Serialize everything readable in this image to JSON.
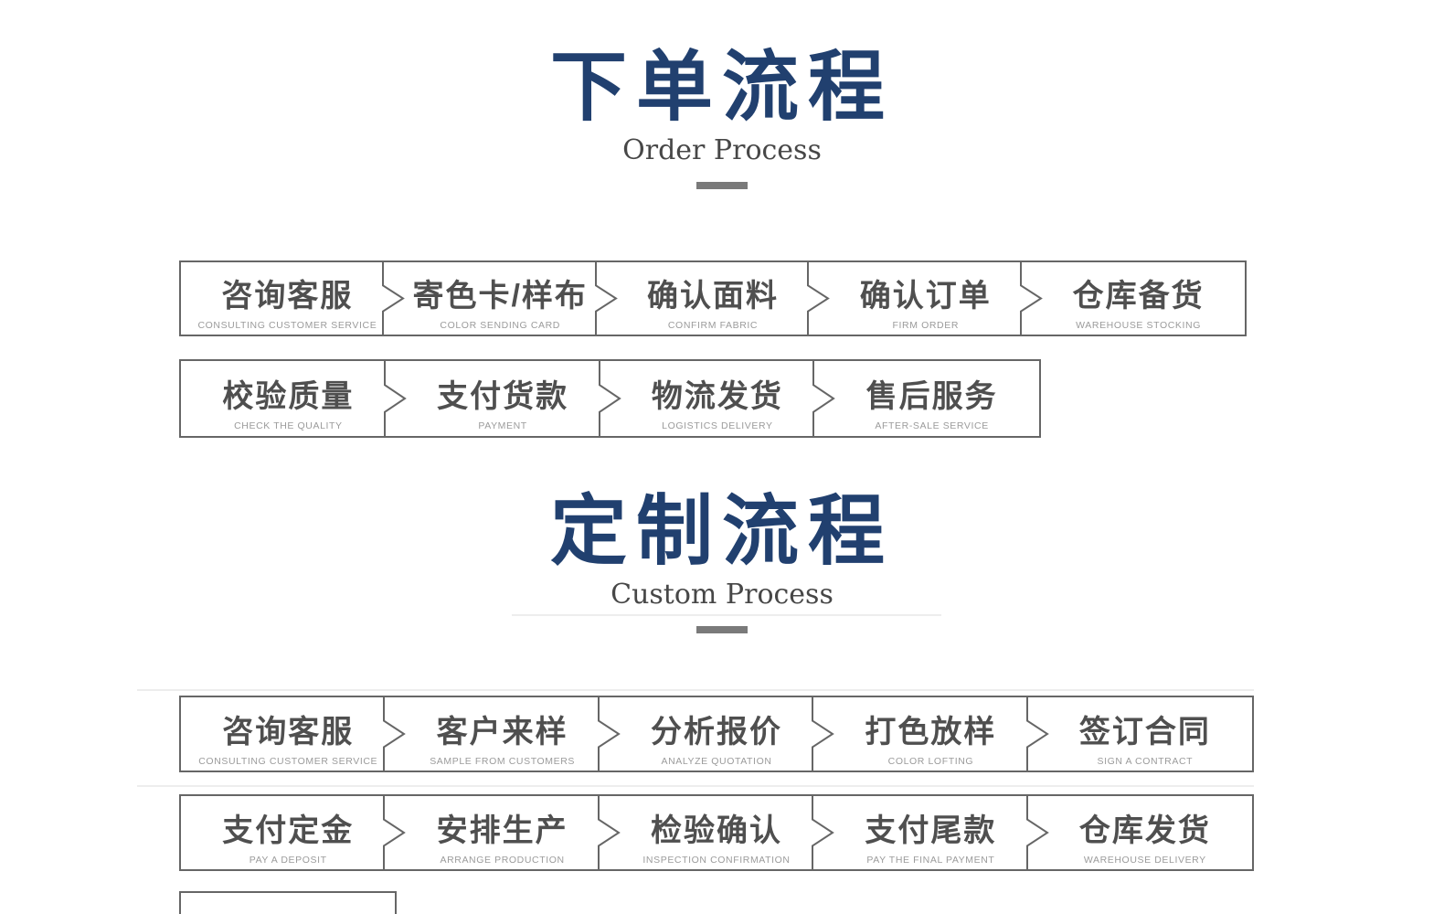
{
  "colors": {
    "title_blue": "#21406f",
    "subtitle_gray": "#474747",
    "divider_gray": "#7a7a7a",
    "box_border": "#666666",
    "step_text": "#4f4f4f",
    "step_subtext": "#9b9b9b"
  },
  "sections": [
    {
      "id": "order",
      "title_zh": "下单流程",
      "title_en": "Order Process",
      "rows": [
        [
          {
            "zh": "咨询客服",
            "en": "CONSULTING CUSTOMER SERVICE"
          },
          {
            "zh": "寄色卡/样布",
            "en": "COLOR SENDING CARD"
          },
          {
            "zh": "确认面料",
            "en": "CONFIRM FABRIC"
          },
          {
            "zh": "确认订单",
            "en": "FIRM ORDER"
          },
          {
            "zh": "仓库备货",
            "en": "WAREHOUSE STOCKING"
          }
        ],
        [
          {
            "zh": "校验质量",
            "en": "CHECK THE QUALITY"
          },
          {
            "zh": "支付货款",
            "en": "PAYMENT"
          },
          {
            "zh": "物流发货",
            "en": "LOGISTICS DELIVERY"
          },
          {
            "zh": "售后服务",
            "en": "AFTER-SALE SERVICE"
          }
        ]
      ]
    },
    {
      "id": "custom",
      "title_zh": "定制流程",
      "title_en": "Custom Process",
      "rows": [
        [
          {
            "zh": "咨询客服",
            "en": "CONSULTING CUSTOMER SERVICE"
          },
          {
            "zh": "客户来样",
            "en": "SAMPLE FROM CUSTOMERS"
          },
          {
            "zh": "分析报价",
            "en": "ANALYZE QUOTATION"
          },
          {
            "zh": "打色放样",
            "en": "COLOR LOFTING"
          },
          {
            "zh": "签订合同",
            "en": "SIGN A CONTRACT"
          }
        ],
        [
          {
            "zh": "支付定金",
            "en": "PAY A DEPOSIT"
          },
          {
            "zh": "安排生产",
            "en": "ARRANGE PRODUCTION"
          },
          {
            "zh": "检验确认",
            "en": "INSPECTION CONFIRMATION"
          },
          {
            "zh": "支付尾款",
            "en": "PAY THE FINAL PAYMENT"
          },
          {
            "zh": "仓库发货",
            "en": "WAREHOUSE DELIVERY"
          }
        ]
      ]
    }
  ]
}
